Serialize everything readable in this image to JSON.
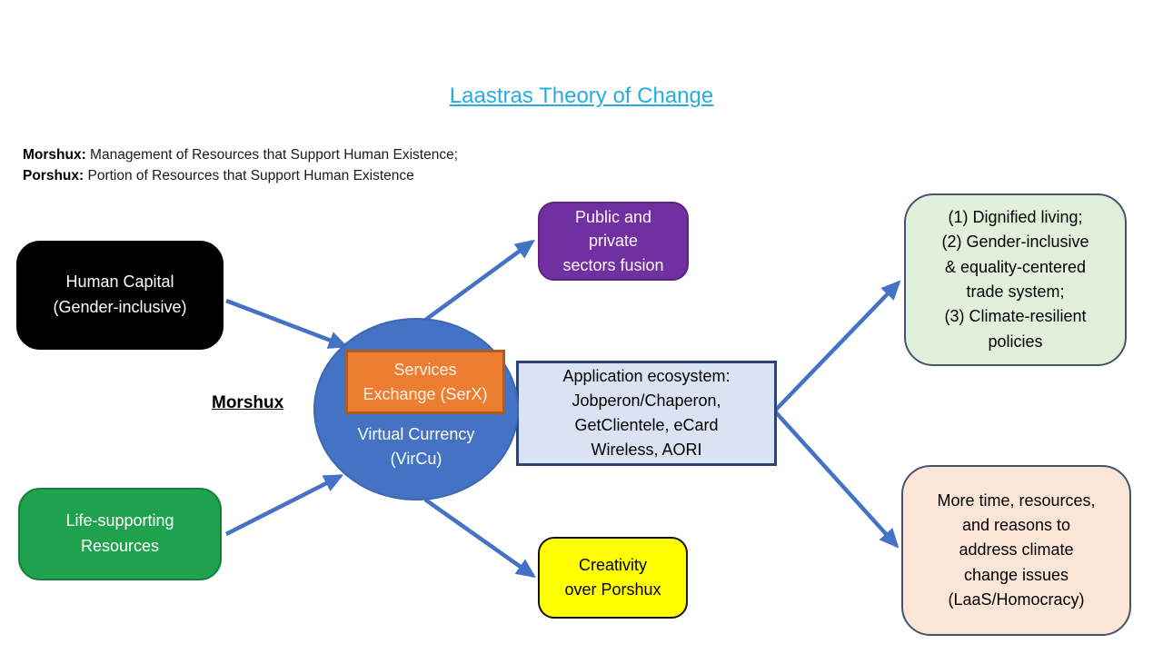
{
  "title": "Laastras Theory of Change",
  "definitions": {
    "line1_term": "Morshux:",
    "line1_text": " Management of Resources that Support Human Existence;",
    "line2_term": "Porshux:",
    "line2_text": " Portion of Resources that Support Human Existence"
  },
  "morshux_label": "Morshux",
  "nodes": {
    "human_capital": {
      "label": "Human Capital\n(Gender-inclusive)",
      "fill": "#000000",
      "text_color": "#FFFFFF"
    },
    "life_supporting_resources": {
      "label": "Life-supporting\nResources",
      "fill": "#1FA24E",
      "text_color": "#FFFFFF"
    },
    "public_private_fusion": {
      "label": "Public and\nprivate\nsectors fusion",
      "fill": "#7030A0",
      "text_color": "#FFFFFF"
    },
    "services_exchange": {
      "label": "Services\nExchange (SerX)",
      "fill": "#ED7D31",
      "border": "#AE5A21",
      "text_color": "#FFFFFF"
    },
    "virtual_currency": {
      "label": "Virtual Currency\n(VirCu)",
      "fill": "#4472C4",
      "text_color": "#FFFFFF"
    },
    "application_ecosystem": {
      "label": "Application ecosystem:\nJobperon/Chaperon,\nGetClientele, eCard\nWireless, AORI",
      "fill": "#DAE3F3",
      "border": "#2E4374",
      "text_color": "#000000"
    },
    "creativity_over_porshux": {
      "label": "Creativity\nover Porshux",
      "fill": "#FFFF00",
      "text_color": "#000000"
    },
    "outcomes_trade_system": {
      "label": "(1) Dignified living;\n(2) Gender-inclusive\n& equality-centered\ntrade system;\n(3) Climate-resilient\npolicies",
      "fill": "#E2EFDA",
      "text_color": "#000000"
    },
    "outcomes_climate": {
      "label": "More time, resources,\nand reasons to\naddress climate\nchange issues\n(LaaS/Homocracy)",
      "fill": "#FBE5D6",
      "text_color": "#000000"
    }
  },
  "colors": {
    "title": "#29ABE2",
    "arrow": "#4472C4",
    "definitions_text": "#1A1A1A"
  }
}
